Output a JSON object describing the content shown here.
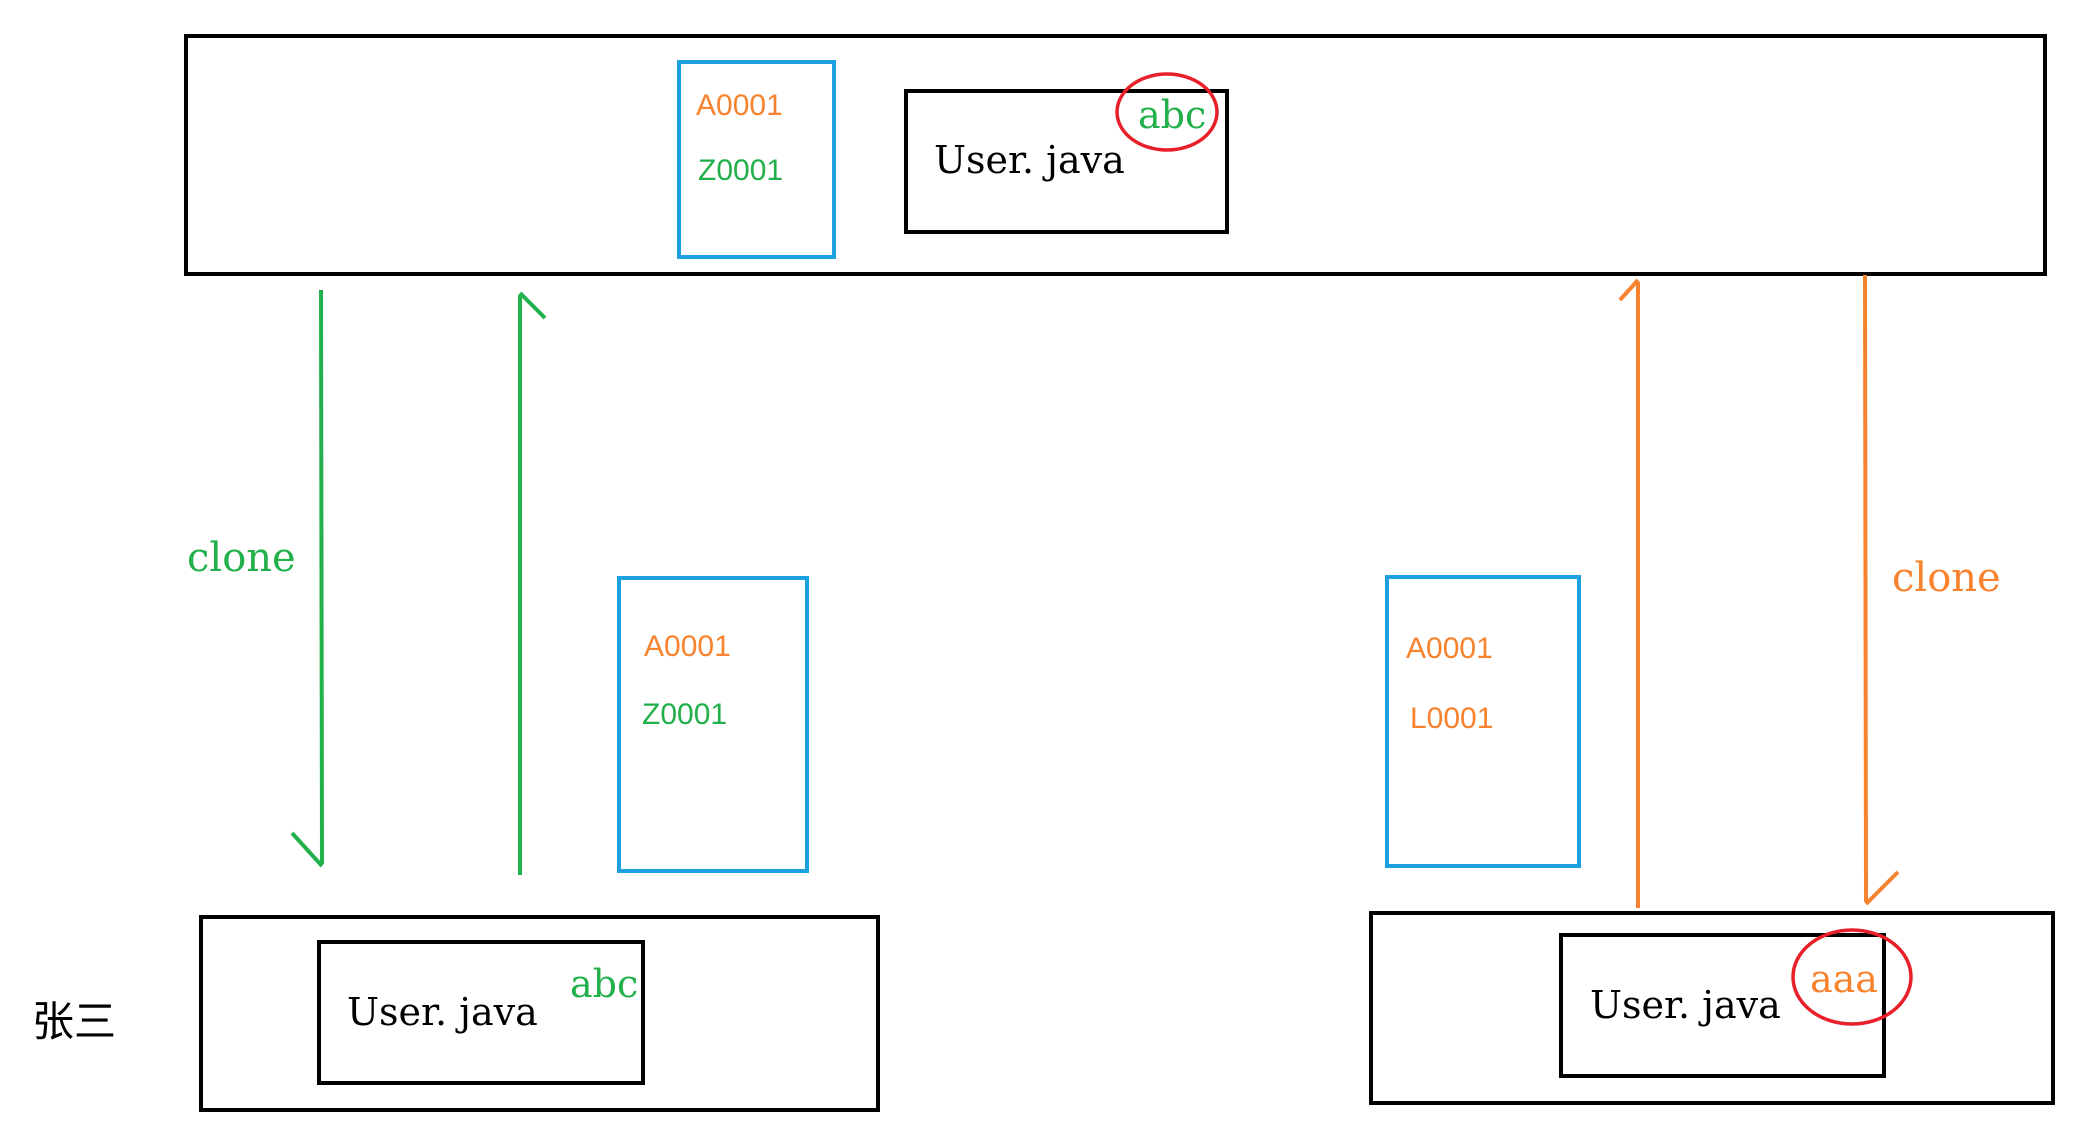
{
  "colors": {
    "black": "#000000",
    "blue": "#1ba1e2",
    "green": "#22b04b",
    "orange": "#f7832e",
    "red": "#e8202a"
  },
  "repository": {
    "version_box": {
      "line1": "A0001",
      "line2": "Z0001"
    },
    "file": {
      "name": "User. java",
      "content": "abc"
    }
  },
  "left_user": {
    "label": "张三",
    "arrow_label": "clone",
    "version_box": {
      "line1": "A0001",
      "line2": "Z0001"
    },
    "file": {
      "name": "User. java",
      "content": "abc"
    }
  },
  "right_user": {
    "arrow_label": "clone",
    "version_box": {
      "line1": "A0001",
      "line2": "L0001"
    },
    "file": {
      "name": "User. java",
      "content": "aaa"
    }
  }
}
